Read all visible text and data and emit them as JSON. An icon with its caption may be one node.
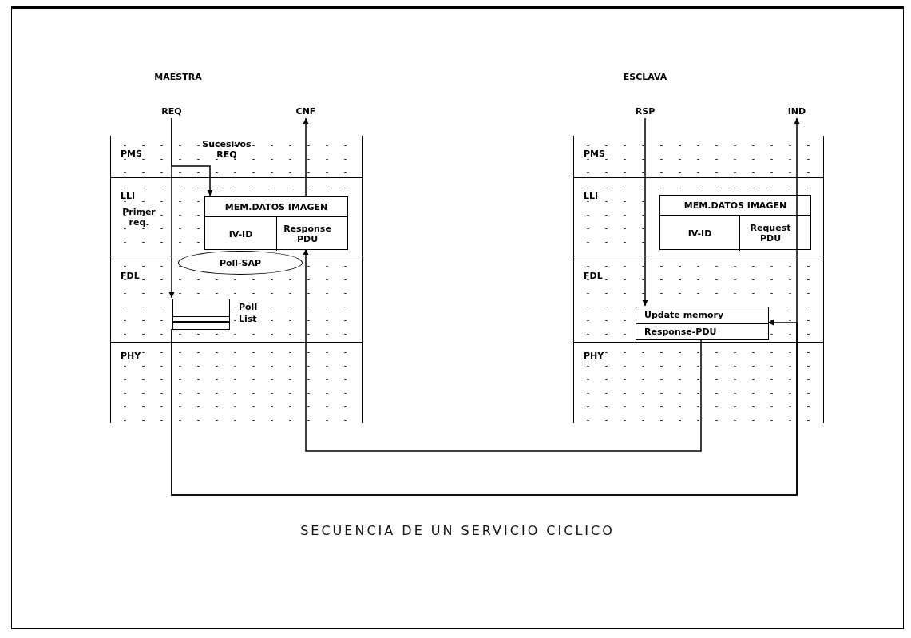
{
  "diagram": {
    "caption": "SECUENCIA DE UN SERVICIO CICLICO",
    "nodes": [
      {
        "text": [],
        "shape": "box"
      },
      {
        "text": [
          "REQ"
        ]
      },
      {
        "text": [
          "CNF"
        ]
      },
      {
        "text": [
          "MEM.DATOS IMAGEN"
        ],
        "in": 0
      },
      {
        "text": [
          "IV-ID"
        ],
        "in": 3
      },
      {
        "text": [
          "Response PDU"
        ],
        "in": 3
      },
      {
        "text": [
          "Poll-SAP"
        ],
        "in": 0
      },
      {
        "text": [],
        "shape": "box",
        "in": 0,
        "beside": [
          "Poll List"
        ]
      },
      {
        "text": [],
        "shape": "box"
      },
      {
        "text": [
          "RSP"
        ]
      },
      {
        "text": [
          "IND"
        ]
      },
      {
        "text": [
          "MEM.DATOS IMAGEN"
        ],
        "in": 8
      },
      {
        "text": [
          "IV-ID"
        ],
        "in": 11
      },
      {
        "text": [
          "Request PDU"
        ],
        "in": 11
      },
      {
        "text": [
          "Update memory",
          "Response-PDU"
        ],
        "in": 8
      }
    ],
    "edges": [
      {
        "from": 1,
        "to": 7,
        "arrow": "to"
      },
      {
        "from": 1,
        "to": 3,
        "arrow": "to"
      },
      {
        "from": 7,
        "to": 10,
        "arrow": "to"
      },
      {
        "from": 7,
        "to": 14,
        "arrow": "to"
      },
      {
        "from": 9,
        "to": 14,
        "arrow": "to"
      },
      {
        "from": 14,
        "to": 5,
        "arrow": "to"
      },
      {
        "from": 3,
        "to": 2,
        "arrow": "to"
      }
    ],
    "labels": [
      "MAESTRA",
      "ESCLAVA",
      "PMS",
      "Sucesivos REQ",
      "LLI",
      "Primer req.",
      "FDL",
      "PHY",
      "PMS",
      "LLI",
      "FDL",
      "PHY"
    ]
  }
}
